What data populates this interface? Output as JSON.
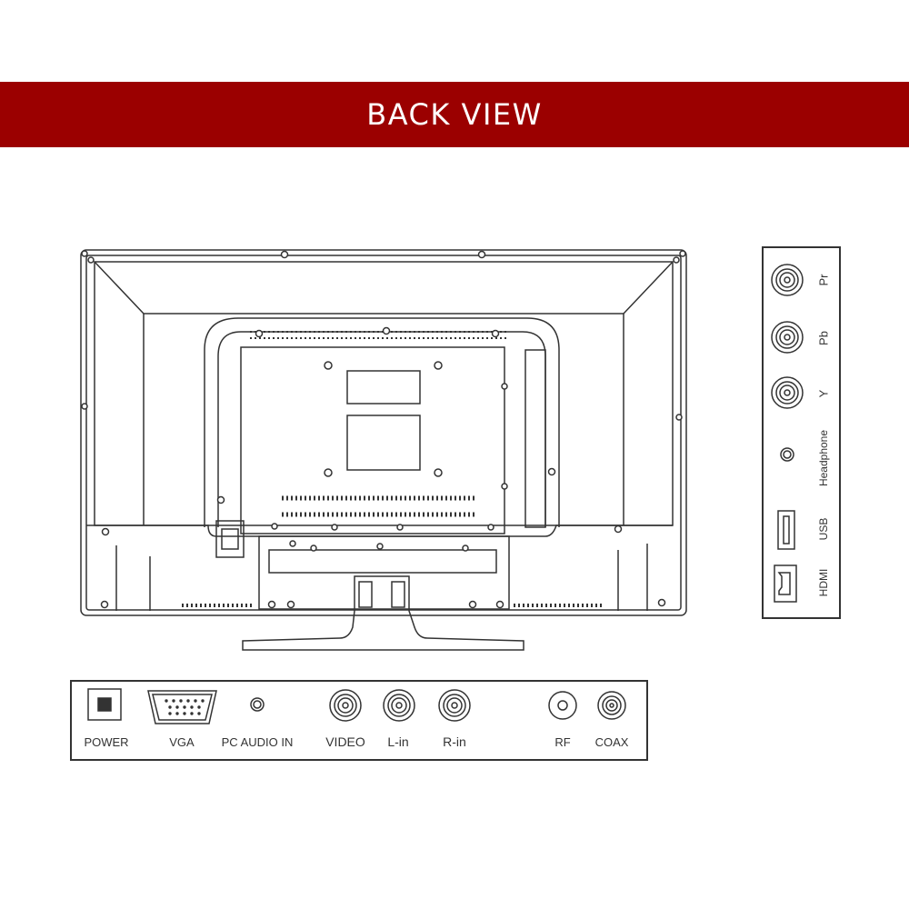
{
  "header": {
    "title": "BACK VIEW",
    "background": "#9b0000",
    "text_color": "#ffffff"
  },
  "tv_diagram": {
    "description_icon": "tv-back-outline"
  },
  "bottom_panel": {
    "ports": [
      {
        "id": "power",
        "label": "POWER",
        "icon": "dc-power-jack-icon"
      },
      {
        "id": "vga",
        "label": "VGA",
        "icon": "vga-connector-icon"
      },
      {
        "id": "pc_audio_in",
        "label": "PC AUDIO IN",
        "icon": "audio-jack-icon"
      },
      {
        "id": "video",
        "label": "VIDEO",
        "icon": "rca-jack-icon"
      },
      {
        "id": "l_in",
        "label": "L-in",
        "icon": "rca-jack-icon"
      },
      {
        "id": "r_in",
        "label": "R-in",
        "icon": "rca-jack-icon"
      },
      {
        "id": "rf",
        "label": "RF",
        "icon": "rf-connector-icon"
      },
      {
        "id": "coax",
        "label": "COAX",
        "icon": "coax-jack-icon"
      }
    ]
  },
  "side_panel": {
    "ports": [
      {
        "id": "pr",
        "label": "Pr",
        "icon": "rca-jack-icon"
      },
      {
        "id": "pb",
        "label": "Pb",
        "icon": "rca-jack-icon"
      },
      {
        "id": "y",
        "label": "Y",
        "icon": "rca-jack-icon"
      },
      {
        "id": "headphone",
        "label": "Headphone",
        "icon": "audio-jack-icon"
      },
      {
        "id": "usb",
        "label": "USB",
        "icon": "usb-port-icon"
      },
      {
        "id": "hdmi",
        "label": "HDMI",
        "icon": "hdmi-port-icon"
      }
    ]
  }
}
